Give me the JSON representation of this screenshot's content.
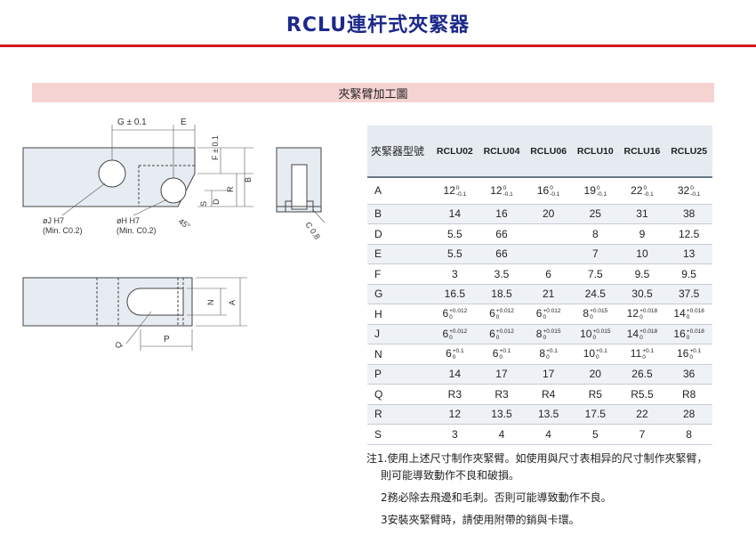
{
  "title": "RCLU連杆式夾緊器",
  "section_title": "夾緊臂加工圖",
  "drawing_labels": {
    "g_tol": "G ± 0.1",
    "e": "E",
    "f_tol": "F ± 0.1",
    "b": "B",
    "r": "R",
    "d": "D",
    "s": "S",
    "j_hole": "øJ H7",
    "j_min": "(Min. C0.2)",
    "h_hole": "øH H7",
    "h_min": "(Min. C0.2)",
    "angle": "45°",
    "chamfer": "C 0.8",
    "n": "N",
    "a": "A",
    "q": "Q",
    "p": "P"
  },
  "table": {
    "header_label": "夾緊器型號",
    "models": [
      "RCLU02",
      "RCLU04",
      "RCLU06",
      "RCLU10",
      "RCLU16",
      "RCLU25"
    ],
    "rows": [
      {
        "label": "A",
        "cells": [
          {
            "v": "12",
            "u": "0",
            "l": "-0.1"
          },
          {
            "v": "12",
            "u": "0",
            "l": "-0.1"
          },
          {
            "v": "16",
            "u": "0",
            "l": "-0.1"
          },
          {
            "v": "19",
            "u": "0",
            "l": "-0.1"
          },
          {
            "v": "22",
            "u": "0",
            "l": "-0.1"
          },
          {
            "v": "32",
            "u": "0",
            "l": "-0.1"
          }
        ]
      },
      {
        "label": "B",
        "cells": [
          {
            "v": "14"
          },
          {
            "v": "16"
          },
          {
            "v": "20"
          },
          {
            "v": "25"
          },
          {
            "v": "31"
          },
          {
            "v": "38"
          }
        ]
      },
      {
        "label": "D",
        "cells": [
          {
            "v": "5.5"
          },
          {
            "v": "66"
          },
          {
            "v": ""
          },
          {
            "v": "8"
          },
          {
            "v": "9"
          },
          {
            "v": "12.5"
          }
        ]
      },
      {
        "label": "E",
        "cells": [
          {
            "v": "5.5"
          },
          {
            "v": "66"
          },
          {
            "v": ""
          },
          {
            "v": "7"
          },
          {
            "v": "10"
          },
          {
            "v": "13"
          }
        ]
      },
      {
        "label": "F",
        "cells": [
          {
            "v": "3"
          },
          {
            "v": "3.5"
          },
          {
            "v": "6"
          },
          {
            "v": "7.5"
          },
          {
            "v": "9.5"
          },
          {
            "v": "9.5"
          }
        ]
      },
      {
        "label": "G",
        "cells": [
          {
            "v": "16.5"
          },
          {
            "v": "18.5"
          },
          {
            "v": "21"
          },
          {
            "v": "24.5"
          },
          {
            "v": "30.5"
          },
          {
            "v": "37.5"
          }
        ]
      },
      {
        "label": "H",
        "cells": [
          {
            "v": "6",
            "u": "+0.012",
            "l": "0"
          },
          {
            "v": "6",
            "u": "+0.012",
            "l": "0"
          },
          {
            "v": "6",
            "u": "+0.012",
            "l": "0"
          },
          {
            "v": "8",
            "u": "+0.015",
            "l": "0"
          },
          {
            "v": "12",
            "u": "+0.018",
            "l": "0"
          },
          {
            "v": "14",
            "u": "+0.018",
            "l": "0"
          }
        ]
      },
      {
        "label": "J",
        "cells": [
          {
            "v": "6",
            "u": "+0.012",
            "l": "0"
          },
          {
            "v": "6",
            "u": "+0.012",
            "l": "0"
          },
          {
            "v": "8",
            "u": "+0.015",
            "l": "0"
          },
          {
            "v": "10",
            "u": "+0.015",
            "l": "0"
          },
          {
            "v": "14",
            "u": "+0.018",
            "l": "0"
          },
          {
            "v": "16",
            "u": "+0.018",
            "l": "0"
          }
        ]
      },
      {
        "label": "N",
        "cells": [
          {
            "v": "6",
            "u": "+0.1",
            "l": "0"
          },
          {
            "v": "6",
            "u": "+0.1",
            "l": "0"
          },
          {
            "v": "8",
            "u": "+0.1",
            "l": "0"
          },
          {
            "v": "10",
            "u": "+0.1",
            "l": "0"
          },
          {
            "v": "11",
            "u": "+0.1",
            "l": "0"
          },
          {
            "v": "16",
            "u": "+0.1",
            "l": "0"
          }
        ]
      },
      {
        "label": "P",
        "cells": [
          {
            "v": "14"
          },
          {
            "v": "17"
          },
          {
            "v": "17"
          },
          {
            "v": "20"
          },
          {
            "v": "26.5"
          },
          {
            "v": "36"
          }
        ]
      },
      {
        "label": "Q",
        "cells": [
          {
            "v": "R3"
          },
          {
            "v": "R3"
          },
          {
            "v": "R4"
          },
          {
            "v": "R5"
          },
          {
            "v": "R5.5"
          },
          {
            "v": "R8"
          }
        ]
      },
      {
        "label": "R",
        "cells": [
          {
            "v": "12"
          },
          {
            "v": "13.5"
          },
          {
            "v": "13.5"
          },
          {
            "v": "17.5"
          },
          {
            "v": "22"
          },
          {
            "v": "28"
          }
        ]
      },
      {
        "label": "S",
        "cells": [
          {
            "v": "3"
          },
          {
            "v": "4"
          },
          {
            "v": "4"
          },
          {
            "v": "5"
          },
          {
            "v": "7"
          },
          {
            "v": "8"
          }
        ]
      }
    ]
  },
  "notes": {
    "n1": "注1.使用上述尺寸制作夾緊臂。如使用與尺寸表相异的尺寸制作夾緊臂，",
    "n1b": "則可能導致動作不良和破損。",
    "n2": "2務必除去飛邊和毛刺。否則可能導致動作不良。",
    "n3": "3安裝夾緊臂時，請使用附帶的銷與卡環。"
  },
  "colors": {
    "title_blue": "#1d2a8a",
    "rule_red": "#d71a21",
    "band_pink": "#f6d3d3",
    "part_fill": "#e6ecf2"
  }
}
